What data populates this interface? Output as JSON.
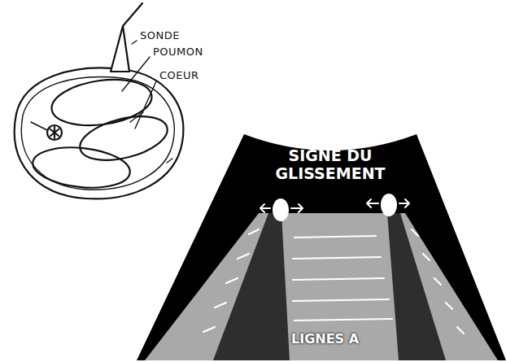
{
  "diagram": {
    "labels": [
      "SONDE",
      "POUMON",
      "COEUR",
      "SIGNE DU GLISSEMENT",
      "LIGNES A"
    ]
  }
}
